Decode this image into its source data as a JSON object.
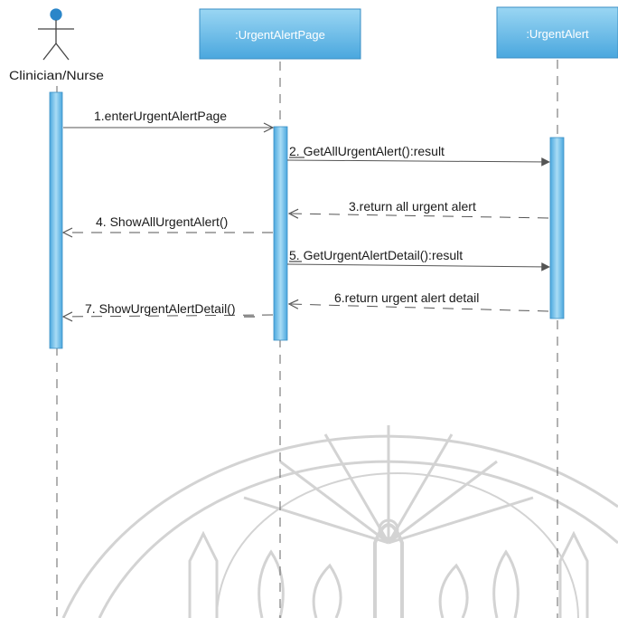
{
  "diagram": {
    "type": "sequence",
    "actor": {
      "name": "Clinician/Nurse"
    },
    "lifelines": [
      {
        "id": "page",
        "name": ":UrgentAlertPage"
      },
      {
        "id": "alert",
        "name": ":UrgentAlert"
      }
    ],
    "messages": [
      {
        "label": "1.enterUrgentAlertPage",
        "from": "actor",
        "to": "page",
        "kind": "call"
      },
      {
        "label": "2. GetAllUrgentAlert():result",
        "from": "page",
        "to": "alert",
        "kind": "call"
      },
      {
        "label": "3.return all urgent alert",
        "from": "alert",
        "to": "page",
        "kind": "return"
      },
      {
        "label": "4. ShowAllUrgentAlert()",
        "from": "page",
        "to": "actor",
        "kind": "return"
      },
      {
        "label": "5. GetUrgentAlertDetail():result",
        "from": "page",
        "to": "alert",
        "kind": "call"
      },
      {
        "label": "6.return  urgent alert detail",
        "from": "alert",
        "to": "page",
        "kind": "return"
      },
      {
        "label": "7. ShowUrgentAlertDetail()",
        "from": "page",
        "to": "actor",
        "kind": "return"
      }
    ],
    "colors": {
      "header_fill": "#58b2e3",
      "header_fill_light": "#8dd0f1",
      "activation_fill": "#6cbde9",
      "line": "#555555",
      "actor_head": "#2b86c9",
      "watermark": "#c9c9c9"
    }
  }
}
